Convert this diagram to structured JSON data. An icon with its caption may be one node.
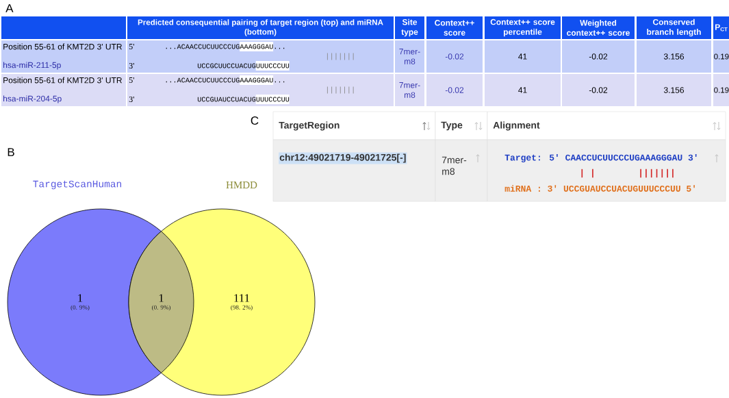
{
  "diagram": {
    "nodes": [
      {
        "text": [
          "TargetScanHuman",
          "1",
          "(0. 9%)"
        ]
      },
      {
        "text": [
          "1",
          "(0. 9%)"
        ]
      },
      {
        "text": [
          "HMDD",
          "111",
          "(98. 2%)"
        ]
      }
    ],
    "labels": [
      "A",
      "Predicted consequential pairing of target region (top) and miRNA (bottom)",
      "Site type",
      "Context++ score",
      "Context++ score percentile",
      "Weighted context++ score",
      "Conserved branch length",
      "P$_{CT}$",
      "Position 55-61 of KMT2D 3' UTR",
      "hsa-miR-211-5p",
      "5'",
      "...ACAACCUCUUCCCUGAAAGGGAU...",
      "|||||||",
      "3'",
      "UCCGCUUCCUACUGUUUCCCUU",
      "7mer-m8",
      "-0.02",
      "41",
      "-0.02",
      "3.156",
      "0.19",
      "Position 55-61 of KMT2D 3' UTR",
      "hsa-miR-204-5p",
      "5'",
      "...ACAACCUCUUCCCUGAAAGGGAU...",
      "|||||||",
      "3'",
      "UCCGUAUCCUACUGUUUCCCUU",
      "7mer-m8",
      "-0.02",
      "41",
      "-0.02",
      "3.156",
      "0.19",
      "C",
      "TargetRegion",
      "Type",
      "Alignment",
      "chr12:49021719-49021725[-]",
      "7mer-m8",
      "Target: 5' CAACCUCUUCCCUGAAAGGGAU 3'",
      "| |",
      "|||||||",
      "miRNA : 3' UCCGUAUCCUACUGUUUCCCUU 5'",
      "B"
    ]
  }
}
